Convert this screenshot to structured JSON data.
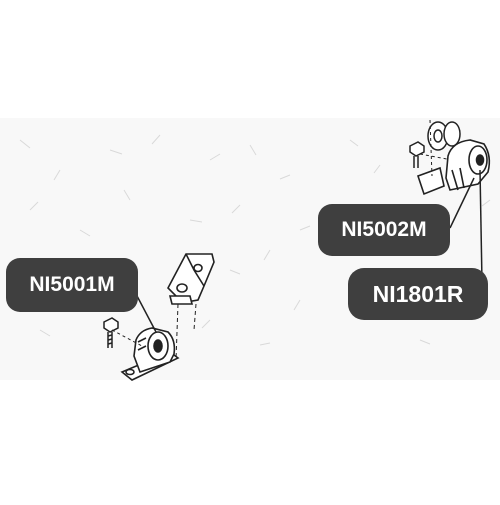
{
  "parts": [
    {
      "part_number": "NI5001M"
    },
    {
      "part_number": "NI5002M"
    },
    {
      "part_number": "NI1801R"
    }
  ],
  "colors": {
    "label_bg": "#3f3f3f",
    "label_text": "#ffffff",
    "line_art": "#222222",
    "background": "#ffffff",
    "watermark_band": "#f7f7f7"
  },
  "icons": [
    "engine-mount-icon",
    "bolt-icon",
    "bracket-icon",
    "washer-icon"
  ]
}
